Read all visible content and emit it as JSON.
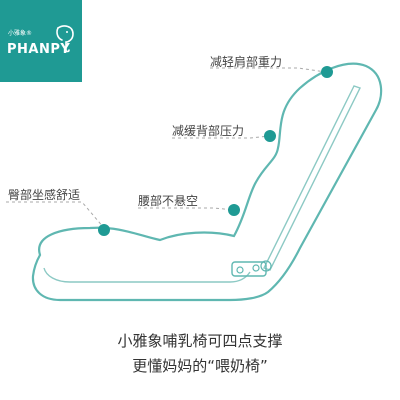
{
  "logo": {
    "small_text": "小雅象®",
    "brand": "PHANPY",
    "icon": "elephant-icon"
  },
  "labels": {
    "shoulder": "减轻肩部重力",
    "back": "减缓背部压力",
    "hip": "臀部坐感舒适",
    "waist": "腰部不悬空"
  },
  "caption": {
    "line1": "小雅象哺乳椅可四点支撑",
    "line2": "更懂妈妈的“喂奶椅”"
  },
  "colors": {
    "accent": "#1f9a94",
    "outline": "#5fb7b1",
    "leader": "#a9a9a9"
  }
}
